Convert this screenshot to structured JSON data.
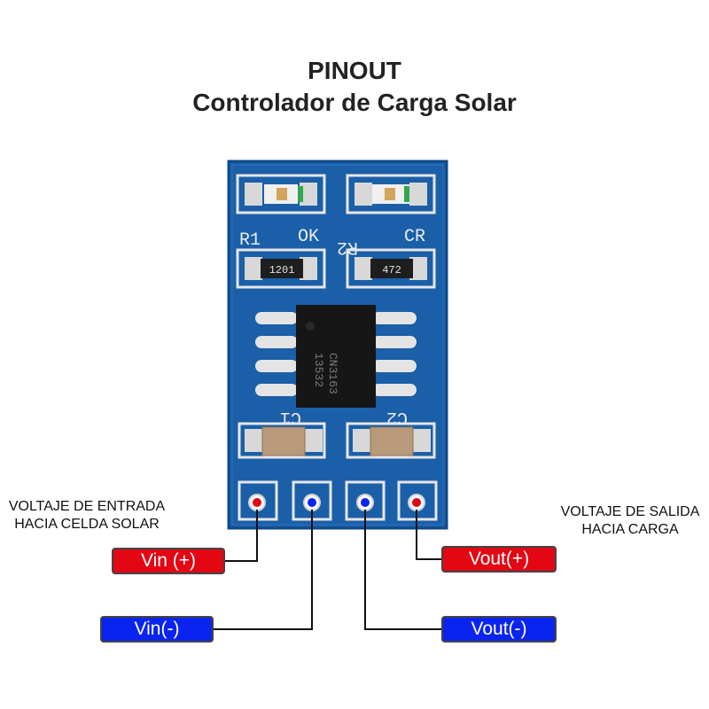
{
  "title": {
    "line1": "PINOUT",
    "line2": "Controlador de Carga Solar"
  },
  "board": {
    "silkscreen": {
      "r1": "R1",
      "r2": "R2",
      "ok": "OK",
      "cr": "CR",
      "c1": "C1",
      "c2": "C2"
    },
    "resistors": {
      "r1_code": "1201",
      "r2_code": "472"
    },
    "chip": {
      "line1": "CN3163",
      "line2": "13532"
    }
  },
  "input_side": {
    "line1": "VOLTAJE DE ENTRADA",
    "line2": "HACIA CELDA SOLAR"
  },
  "output_side": {
    "line1": "VOLTAJE DE SALIDA",
    "line2": "HACIA CARGA"
  },
  "pins": {
    "vin_pos": "Vin (+)",
    "vin_neg": "Vin(-)",
    "vout_pos": "Vout(+)",
    "vout_neg": "Vout(-)"
  },
  "colors": {
    "pcb": "#1a5fa8",
    "positive": "#e30613",
    "negative": "#0a24f0"
  }
}
